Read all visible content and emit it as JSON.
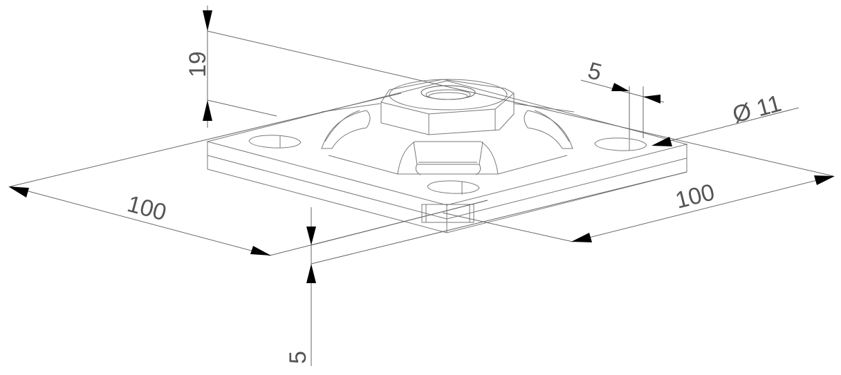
{
  "drawing": {
    "dimensions": {
      "nut_height": "19",
      "slot_width": "5",
      "hole_diameter": "Ø 11",
      "plate_length_left": "100",
      "plate_length_right": "100",
      "plate_thickness": "5"
    }
  }
}
